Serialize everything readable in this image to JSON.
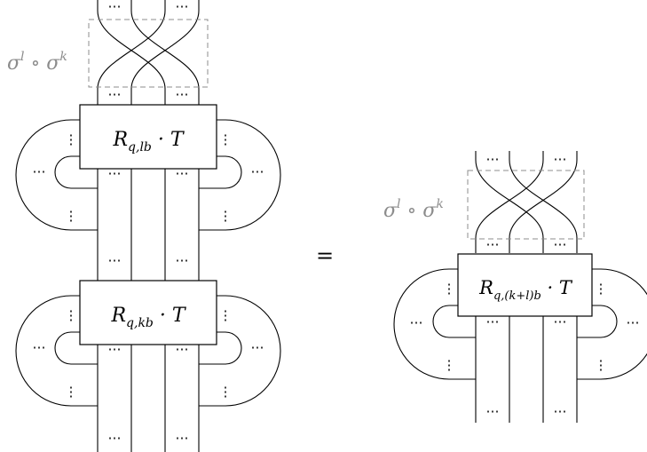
{
  "equation": {
    "equals_sign": "=",
    "ellipsis": "⋯",
    "vertical_ellipsis": "⋮"
  },
  "left": {
    "braid_label": {
      "base": "σ",
      "sup1": "l",
      "op": " ∘ ",
      "sup2": "k"
    },
    "top_box": {
      "prefix": "R",
      "sub": "q,lb",
      "suffix": " · T"
    },
    "bottom_box": {
      "prefix": "R",
      "sub": "q,kb",
      "suffix": " · T"
    }
  },
  "right": {
    "braid_label": {
      "base": "σ",
      "sup1": "l",
      "op": " ∘ ",
      "sup2": "k"
    },
    "box": {
      "prefix": "R",
      "sub": "q,(k+l)b",
      "suffix": " · T"
    }
  }
}
